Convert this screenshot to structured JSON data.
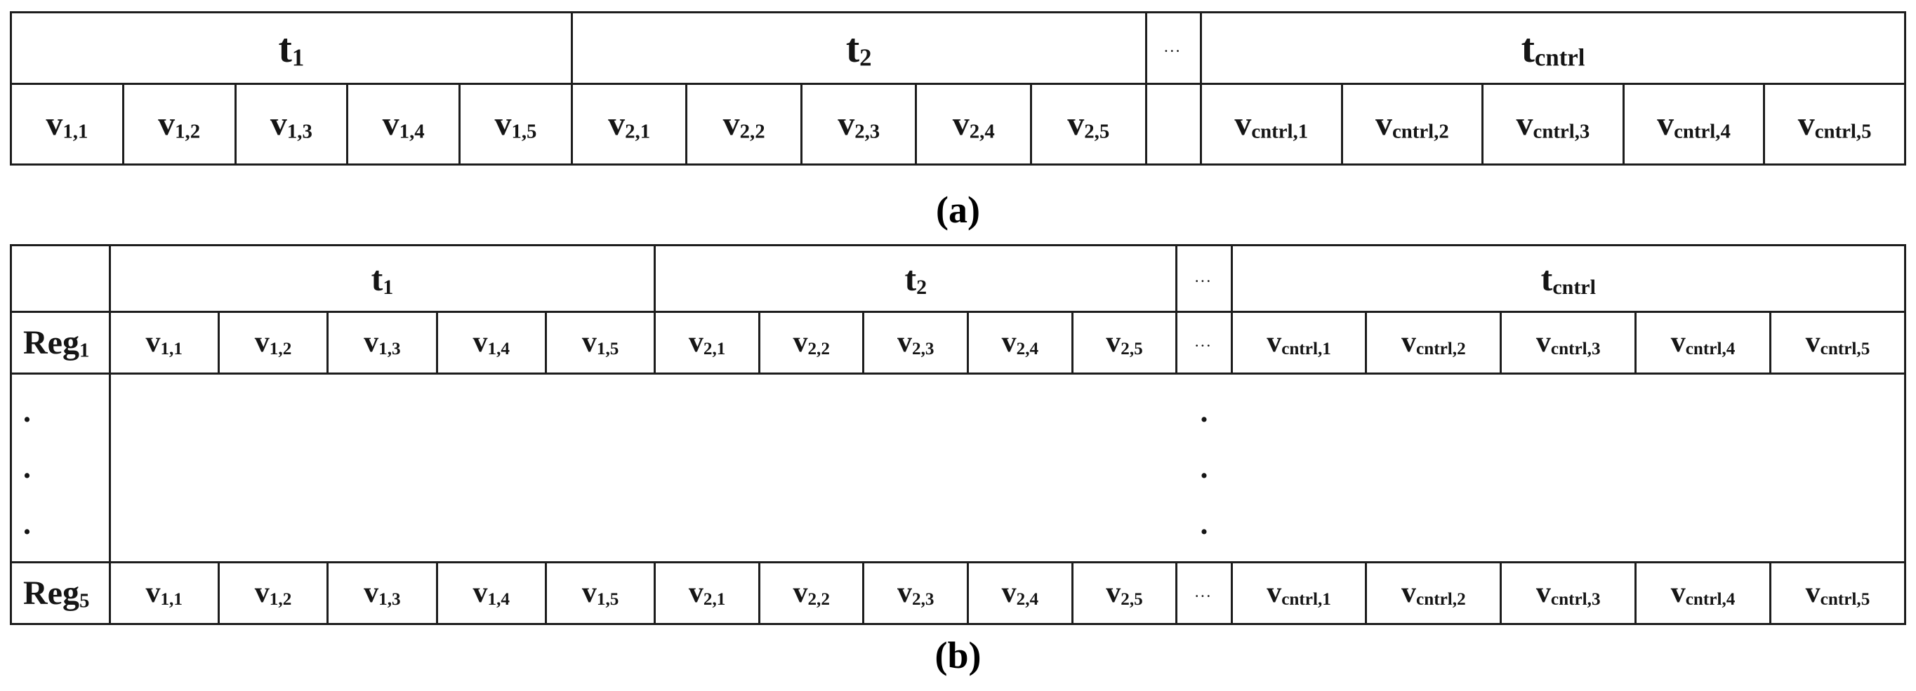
{
  "figure": {
    "labels": {
      "a": "(a)",
      "b": "(b)"
    },
    "ellipsis": "...",
    "dot": ".",
    "time_groups": [
      {
        "header": {
          "base": "t",
          "sub": "1"
        },
        "cells": [
          {
            "base": "v",
            "sub": "1,1"
          },
          {
            "base": "v",
            "sub": "1,2"
          },
          {
            "base": "v",
            "sub": "1,3"
          },
          {
            "base": "v",
            "sub": "1,4"
          },
          {
            "base": "v",
            "sub": "1,5"
          }
        ]
      },
      {
        "header": {
          "base": "t",
          "sub": "2"
        },
        "cells": [
          {
            "base": "v",
            "sub": "2,1"
          },
          {
            "base": "v",
            "sub": "2,2"
          },
          {
            "base": "v",
            "sub": "2,3"
          },
          {
            "base": "v",
            "sub": "2,4"
          },
          {
            "base": "v",
            "sub": "2,5"
          }
        ]
      },
      {
        "header": {
          "base": "t",
          "sub": "cntrl"
        },
        "cells": [
          {
            "base": "v",
            "sub": "cntrl,1"
          },
          {
            "base": "v",
            "sub": "cntrl,2"
          },
          {
            "base": "v",
            "sub": "cntrl,3"
          },
          {
            "base": "v",
            "sub": "cntrl,4"
          },
          {
            "base": "v",
            "sub": "cntrl,5"
          }
        ]
      }
    ],
    "registers": {
      "first": {
        "base": "Reg",
        "sub": "1"
      },
      "last": {
        "base": "Reg",
        "sub": "5"
      }
    }
  }
}
